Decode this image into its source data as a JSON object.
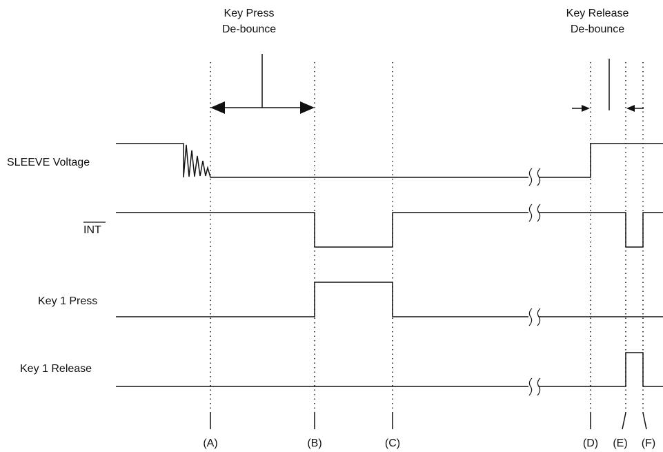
{
  "annotations": {
    "key_press_debounce": [
      "Key Press",
      "De-bounce"
    ],
    "key_release_debounce": [
      "Key Release",
      "De-bounce"
    ]
  },
  "signals": {
    "sleeve_voltage": "SLEEVE Voltage",
    "int": "INT",
    "key1_press": "Key 1 Press",
    "key1_release": "Key 1 Release"
  },
  "markers": [
    "(A)",
    "(B)",
    "(C)",
    "(D)",
    "(E)",
    "(F)"
  ]
}
